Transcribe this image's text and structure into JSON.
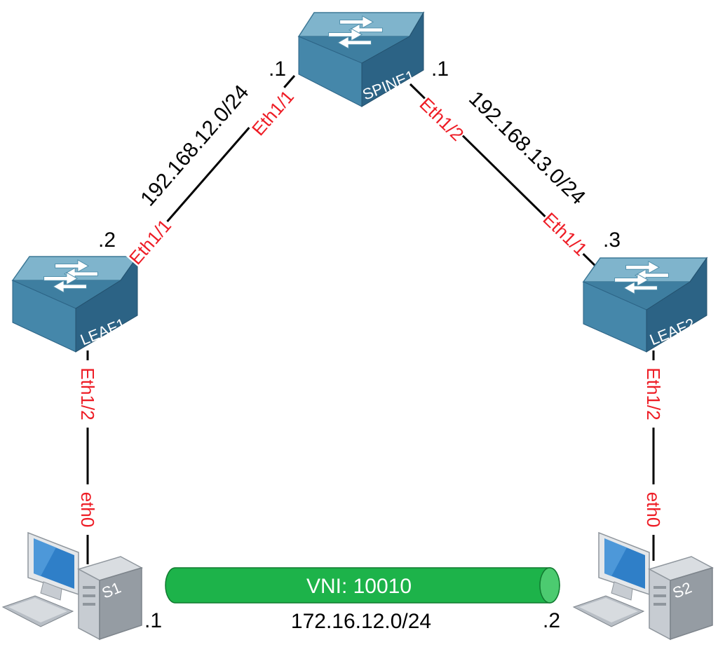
{
  "colors": {
    "link": "#000000",
    "interface_label": "#ee1c25",
    "switch_top": "#7fb4cc",
    "switch_front": "#3e7ea0",
    "switch_side": "#2c6385",
    "tunnel": "#1db34a",
    "host_case": "#c7ccd2",
    "monitor_screen": "#2f7fc8"
  },
  "devices": {
    "spine1": {
      "label": "SPINE1",
      "icon": "switch-icon"
    },
    "leaf1": {
      "label": "LEAF1",
      "icon": "switch-icon"
    },
    "leaf2": {
      "label": "LEAF2",
      "icon": "switch-icon"
    },
    "s1": {
      "label": "S1",
      "icon": "workstation-icon"
    },
    "s2": {
      "label": "S2",
      "icon": "workstation-icon"
    }
  },
  "links": {
    "spine_leaf1": {
      "subnet": "192.168.12.0/24",
      "spine_if": "Eth1/1",
      "leaf_if": "Eth1/1",
      "spine_ip": ".1",
      "leaf_ip": ".2"
    },
    "spine_leaf2": {
      "subnet": "192.168.13.0/24",
      "spine_if": "Eth1/2",
      "leaf_if": "Eth1/1",
      "spine_ip": ".1",
      "leaf_ip": ".3"
    },
    "leaf1_s1": {
      "leaf_if": "Eth1/2",
      "host_if": "eth0"
    },
    "leaf2_s2": {
      "leaf_if": "Eth1/2",
      "host_if": "eth0"
    }
  },
  "overlay": {
    "vni_label": "VNI: 10010",
    "subnet": "172.16.12.0/24",
    "s1_ip": ".1",
    "s2_ip": ".2"
  }
}
